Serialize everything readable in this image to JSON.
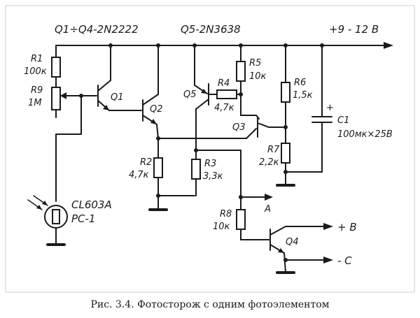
{
  "header": {
    "q1_q4": "Q1÷Q4-2N2222",
    "q5": "Q5-2N3638",
    "supply": "+9 - 12 В"
  },
  "components": {
    "r1_name": "R1",
    "r1_val": "100к",
    "r9_name": "R9",
    "r9_val": "1М",
    "q1": "Q1",
    "q2": "Q2",
    "q3": "Q3",
    "q4": "Q4",
    "q5": "Q5",
    "r4_name": "R4",
    "r4_val": "4,7к",
    "r5_name": "R5",
    "r5_val": "10к",
    "r6_name": "R6",
    "r6_val": "1,5к",
    "r7_name": "R7",
    "r7_val": "2,2к",
    "r2_name": "R2",
    "r2_val": "4,7к",
    "r3_name": "R3",
    "r3_val": "3,3к",
    "r8_name": "R8",
    "r8_val": "10к",
    "c1_name": "C1",
    "c1_val": "100мк×25В",
    "c1_plus": "+",
    "photo_name": "CL603A",
    "photo_type": "РС-1"
  },
  "outputs": {
    "a": "A",
    "b": "+ В",
    "c": "- С"
  },
  "caption": "Рис. 3.4. Фотосторож с одним фотоэлементом"
}
